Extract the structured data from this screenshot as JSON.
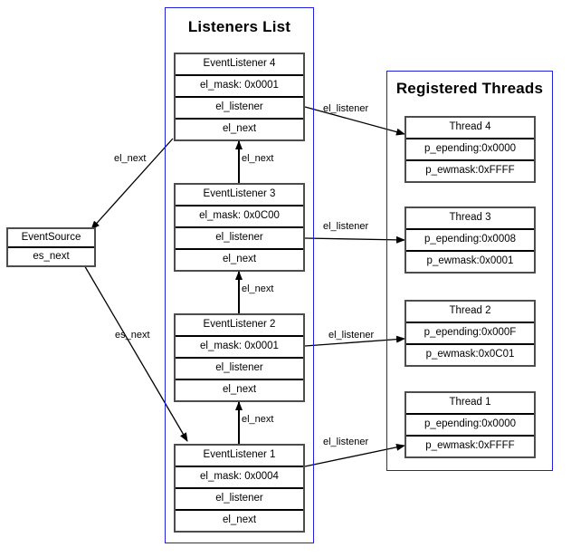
{
  "diagram": {
    "clusters": [
      {
        "title": "Listeners List"
      },
      {
        "title": "Registered Threads"
      }
    ],
    "event_source": {
      "title": "EventSource",
      "next": "es_next"
    },
    "listeners": [
      {
        "title": "EventListener 4",
        "mask": "el_mask: 0x0001",
        "listener": "el_listener",
        "next": "el_next"
      },
      {
        "title": "EventListener 3",
        "mask": "el_mask: 0x0C00",
        "listener": "el_listener",
        "next": "el_next"
      },
      {
        "title": "EventListener 2",
        "mask": "el_mask: 0x0001",
        "listener": "el_listener",
        "next": "el_next"
      },
      {
        "title": "EventListener 1",
        "mask": "el_mask: 0x0004",
        "listener": "el_listener",
        "next": "el_next"
      }
    ],
    "threads": [
      {
        "title": "Thread 4",
        "epending": "p_epending:0x0000",
        "ewmask": "p_ewmask:0xFFFF"
      },
      {
        "title": "Thread 3",
        "epending": "p_epending:0x0008",
        "ewmask": "p_ewmask:0x0001"
      },
      {
        "title": "Thread 2",
        "epending": "p_epending:0x000F",
        "ewmask": "p_ewmask:0x0C01"
      },
      {
        "title": "Thread 1",
        "epending": "p_epending:0x0000",
        "ewmask": "p_ewmask:0xFFFF"
      }
    ],
    "edge_labels": {
      "src_to_l4": "el_next",
      "src_to_l1": "es_next",
      "l3_to_l4": "el_next",
      "l2_to_l3": "el_next",
      "l1_to_l2": "el_next",
      "l4_to_t4": "el_listener",
      "l3_to_t3": "el_listener",
      "l2_to_t2": "el_listener",
      "l1_to_t1": "el_listener"
    },
    "colors": {
      "cluster_border": "#2020e0",
      "node_border": "#4d4d4d",
      "edge": "#000000",
      "background": "#ffffff"
    }
  }
}
